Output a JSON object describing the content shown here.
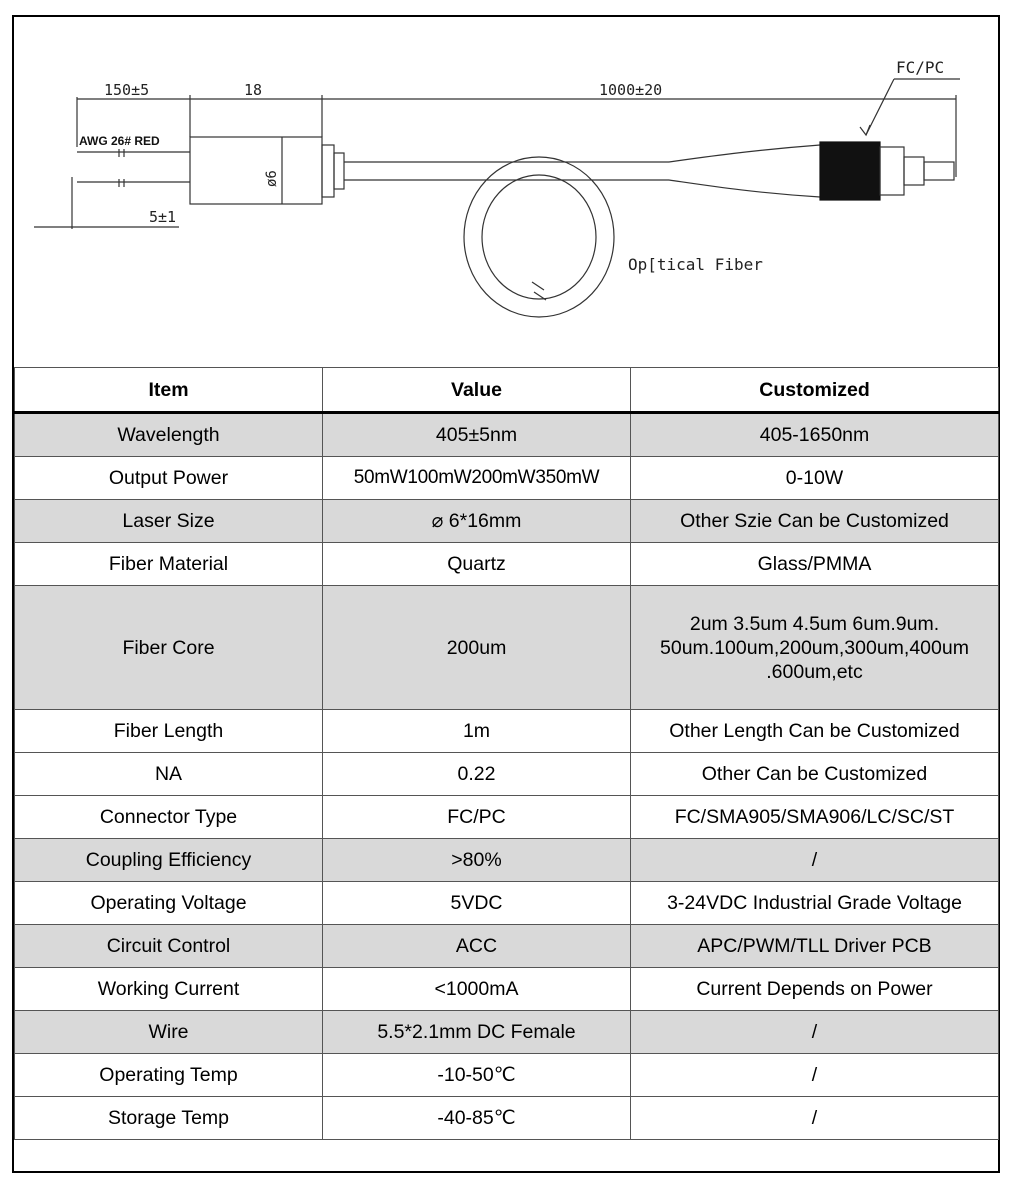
{
  "drawing": {
    "dim_lead": "150±5",
    "dim_body": "18",
    "dim_fiber": "1000±20",
    "dim_strip": "5±1",
    "dim_diameter": "ø6",
    "wire_label": "AWG 26# RED",
    "connector_label": "FC/PC",
    "fiber_label": "Op[tical Fiber"
  },
  "table": {
    "headers": [
      "Item",
      "Value",
      "Customized"
    ],
    "rows": [
      {
        "item": "Wavelength",
        "value": "405±5nm",
        "custom": "405-1650nm"
      },
      {
        "item": "Output Power",
        "value": "50mW100mW200mW350mW",
        "custom": "0-10W"
      },
      {
        "item": "Laser Size",
        "value": "⌀ 6*16mm",
        "custom": "Other Szie Can be Customized"
      },
      {
        "item": "Fiber Material",
        "value": "Quartz",
        "custom": "Glass/PMMA"
      },
      {
        "item": "Fiber Core",
        "value": "200um",
        "custom_lines": [
          "2um 3.5um 4.5um 6um.9um.",
          "50um.100um,200um,300um,400um",
          ".600um,etc"
        ]
      },
      {
        "item": "Fiber Length",
        "value": "1m",
        "custom": "Other Length Can be Customized"
      },
      {
        "item": "NA",
        "value": "0.22",
        "custom": "Other Can be Customized"
      },
      {
        "item": "Connector Type",
        "value": "FC/PC",
        "custom": "FC/SMA905/SMA906/LC/SC/ST"
      },
      {
        "item": "Coupling Efficiency",
        "value": ">80%",
        "custom": "/"
      },
      {
        "item": "Operating Voltage",
        "value": "5VDC",
        "custom": "3-24VDC Industrial Grade Voltage"
      },
      {
        "item": "Circuit Control",
        "value": "ACC",
        "custom": "APC/PWM/TLL Driver PCB"
      },
      {
        "item": "Working Current",
        "value": "<1000mA",
        "custom": "Current Depends on Power"
      },
      {
        "item": "Wire",
        "value": "5.5*2.1mm DC Female",
        "custom": "/"
      },
      {
        "item": "Operating Temp",
        "value": "-10-50℃",
        "custom": "/"
      },
      {
        "item": "Storage Temp",
        "value": "-40-85℃",
        "custom": "/"
      }
    ]
  }
}
